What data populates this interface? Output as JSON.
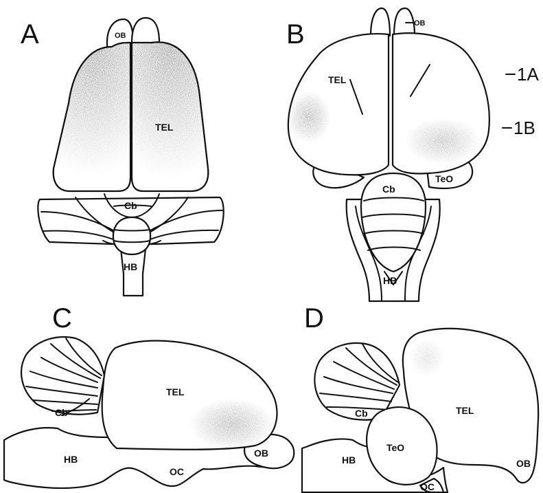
{
  "panels": {
    "a": {
      "letter": "A",
      "labels": {
        "ob": "OB",
        "tel": "TEL",
        "cb": "Cb",
        "hb": "HB"
      }
    },
    "b": {
      "letter": "B",
      "labels": {
        "ob": "OB",
        "tel": "TEL",
        "teo": "TeO",
        "cb": "Cb",
        "hb": "HB"
      },
      "section_marks": {
        "first": "1A",
        "second": "1B"
      }
    },
    "c": {
      "letter": "C",
      "labels": {
        "tel": "TEL",
        "cb": "Cb",
        "hb": "HB",
        "ob": "OB",
        "oc": "OC"
      }
    },
    "d": {
      "letter": "D",
      "labels": {
        "tel": "TEL",
        "cb": "Cb",
        "teo": "TeO",
        "hb": "HB",
        "oc": "OC",
        "ob": "OB"
      }
    }
  }
}
